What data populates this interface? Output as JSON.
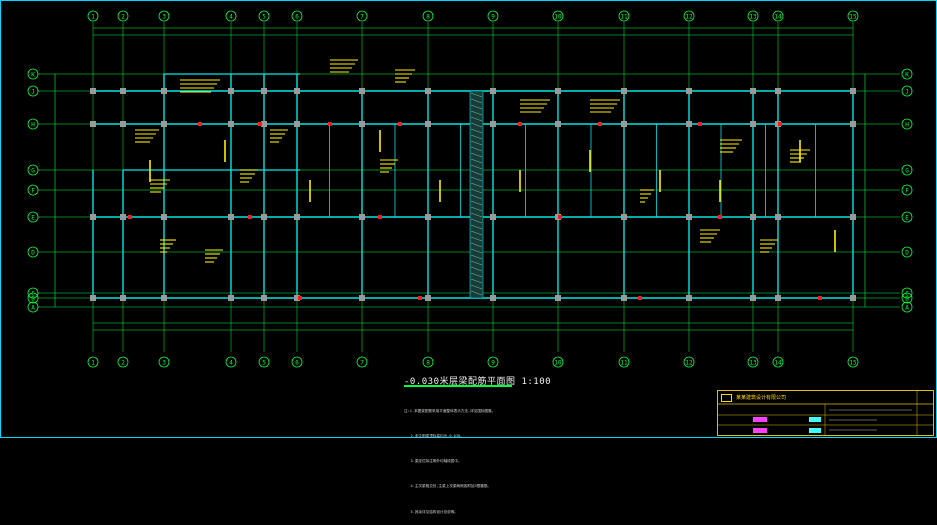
{
  "drawing": {
    "title": "-0.030米层梁配筋平面图",
    "scale": "1:100",
    "colors": {
      "background": "#000000",
      "grid": "#00ff3c",
      "beam": "#00e6e6",
      "text": "#ffee00",
      "column": "#9a9a9a",
      "red": "#ff1a1a",
      "border": "#00d8ff"
    }
  },
  "axes": {
    "x_labels": [
      "1",
      "2",
      "3",
      "4",
      "5",
      "6",
      "7",
      "8",
      "9",
      "10",
      "11",
      "12",
      "13",
      "14",
      "15"
    ],
    "y_labels": [
      "A",
      "B",
      "C",
      "D",
      "E",
      "F",
      "G",
      "H",
      "J",
      "K"
    ]
  },
  "notes": {
    "lines": [
      "注:1.本图梁配筋采用平面整体表示方法,详见国标图集。",
      "   2.未注明梁顶标高均为-0.030。",
      "   3.梁定位除注明外均轴线居中。",
      "   4.主次梁相交处,主梁上次梁两侧各附加3根箍筋。",
      "   5.其余详见结构设计总说明。"
    ]
  },
  "titleblock": {
    "company": "某某建筑设计有限公司"
  }
}
